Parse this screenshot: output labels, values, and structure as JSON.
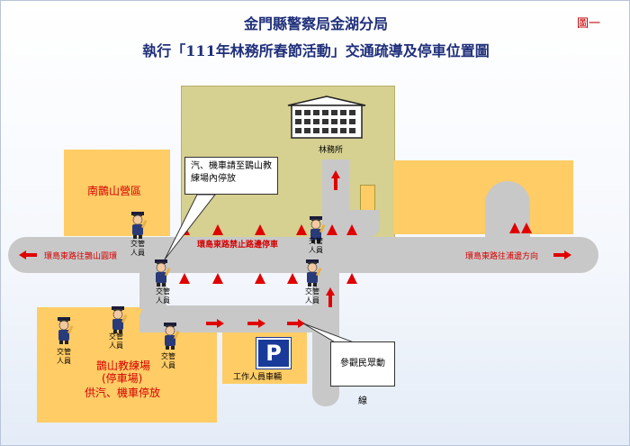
{
  "header": {
    "title_line1": "金門縣警察局金湖分局",
    "title_line2": "執行「111年林務所春節活動」交通疏導及停車位置圖",
    "figure_no": "圖一"
  },
  "areas": {
    "nanheshan": "南鵲山營區",
    "forestry": "林務所",
    "training_line1": "鵲山教練場",
    "training_line2": "(停車場)",
    "training_line3": "供汽、機車停放",
    "staff_parking": "工作人員車輛",
    "parking_glyph": "P"
  },
  "roads": {
    "west_label": "環島東路往鵲山圓環",
    "east_label": "環島東路往浦邊方向",
    "no_parking": "環島東路禁止路邊停車"
  },
  "callouts": {
    "park_notice": "汽、機車請至鵲山教練場內停放",
    "pedestrian_line": "參觀民眾動線"
  },
  "officer_label_line1": "交管",
  "officer_label_line2": "人員",
  "colors": {
    "zone_fill": "#ffcc66",
    "forest_fill": "#d6d091",
    "road": "#c8c8c8",
    "marker_red": "#e00000",
    "title_blue": "#1f2f7a"
  }
}
